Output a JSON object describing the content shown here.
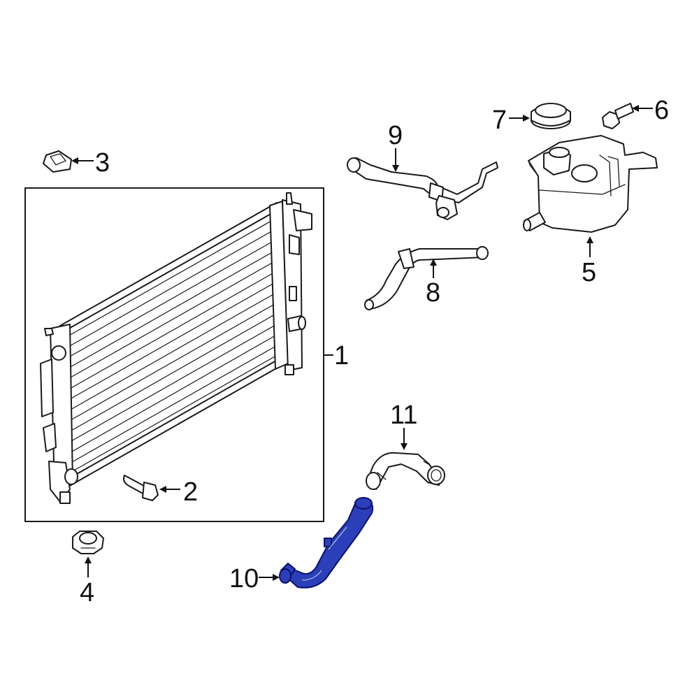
{
  "diagram": {
    "highlight_color": "#2b3fb8",
    "line_color": "#1a1a1a",
    "callouts": {
      "c1": "1",
      "c2": "2",
      "c3": "3",
      "c4": "4",
      "c5": "5",
      "c6": "6",
      "c7": "7",
      "c8": "8",
      "c9": "9",
      "c10": "10",
      "c11": "11"
    }
  }
}
